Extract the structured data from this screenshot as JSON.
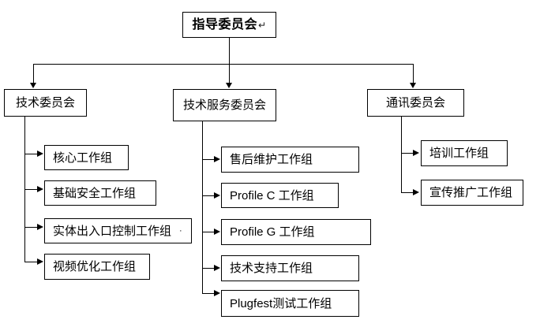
{
  "diagram": {
    "type": "organizational-chart",
    "title": "",
    "orientation": "top-down",
    "line_color": "#000000",
    "box_fill": "#ffffff",
    "text_color": "#000000"
  },
  "root": {
    "label": "指导委员会",
    "pilcrow": "↵"
  },
  "committees": [
    {
      "label": "技术委员会"
    },
    {
      "label": "技术服务委员会"
    },
    {
      "label": "通讯委员会"
    }
  ],
  "groups": {
    "technical": [
      {
        "label": "核心工作组",
        "mark": ""
      },
      {
        "label": "基础安全工作组",
        "mark": ""
      },
      {
        "label": "实体出入口控制工作组",
        "mark": "·"
      },
      {
        "label": "视频优化工作组",
        "mark": ""
      }
    ],
    "technical_service": [
      {
        "label": "售后维护工作组",
        "mark": ""
      },
      {
        "label": "Profile C 工作组",
        "mark": ""
      },
      {
        "label": "Profile G 工作组",
        "mark": ""
      },
      {
        "label": "技术支持工作组",
        "mark": ""
      },
      {
        "label": "Plugfest测试工作组",
        "mark": ""
      }
    ],
    "communication": [
      {
        "label": "培训工作组",
        "mark": ""
      },
      {
        "label": "宣传推广工作组",
        "mark": ""
      }
    ]
  }
}
